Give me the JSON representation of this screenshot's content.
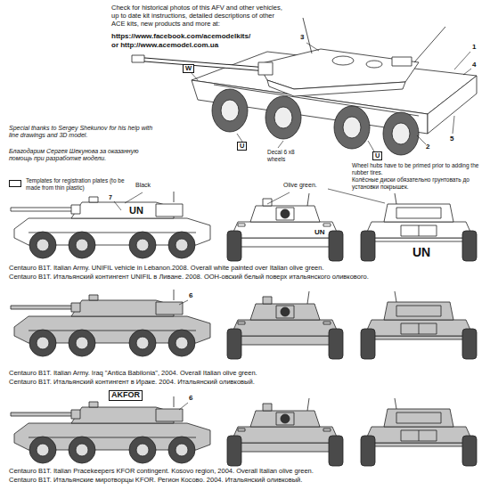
{
  "diagram": {
    "labels": [
      "Check for historical photos of this AFV and other vehicles, up to date kit instructions, detailed descriptions of other ACE kits, new products and more at:",
      "https://www.facebook.com/acemodelkits/",
      "or http://www.acemodel.com.ua",
      "3",
      "W",
      "1",
      "4",
      "5",
      "2",
      "U",
      "U",
      "Decal 6 x8 wheels",
      "Special thanks to Sergey Shekunov for his help with line drawings and 3D model.",
      "Благодарим Сергея Шекунова за оказанную помощь при разработке модели.",
      "Wheel hubs have to be primed prior to adding the rubber tires.",
      "Колёсные диски обязательно грунтовать до установки покрышек.",
      "Black",
      "Olive green.",
      "7",
      "UN",
      "UN",
      "UN",
      "Centauro B1T. Italian Army. UNIFIL vehicle in Lebanon.2008. Overall white painted over Italian olive green.",
      "Centauro B1T. Итальянский контингент UNIFIL в Ливане. 2008. ООН-овский белый поверх итальянского оливкового.",
      "6",
      "Centauro B1T. Italian Army. Iraq \"Antica Babilonia\", 2004. Overall Italian olive green.",
      "Centauro B1T. Итальянский контингент в Ираке. 2004. Итальянский оливковый.",
      "AKFOR",
      "6",
      "Centauro B1T. Italian Pracekeepers KFOR contingent. Kosovo region, 2004. Overall Italian olive green.",
      "Centauro B1T. Итальянские миротворцы KFOR. Регион Косово. 2004. Итальянский оливковый."
    ],
    "legend": [
      {
        "text": "Templates for registration plates (to be made from thin plastic)"
      }
    ]
  }
}
